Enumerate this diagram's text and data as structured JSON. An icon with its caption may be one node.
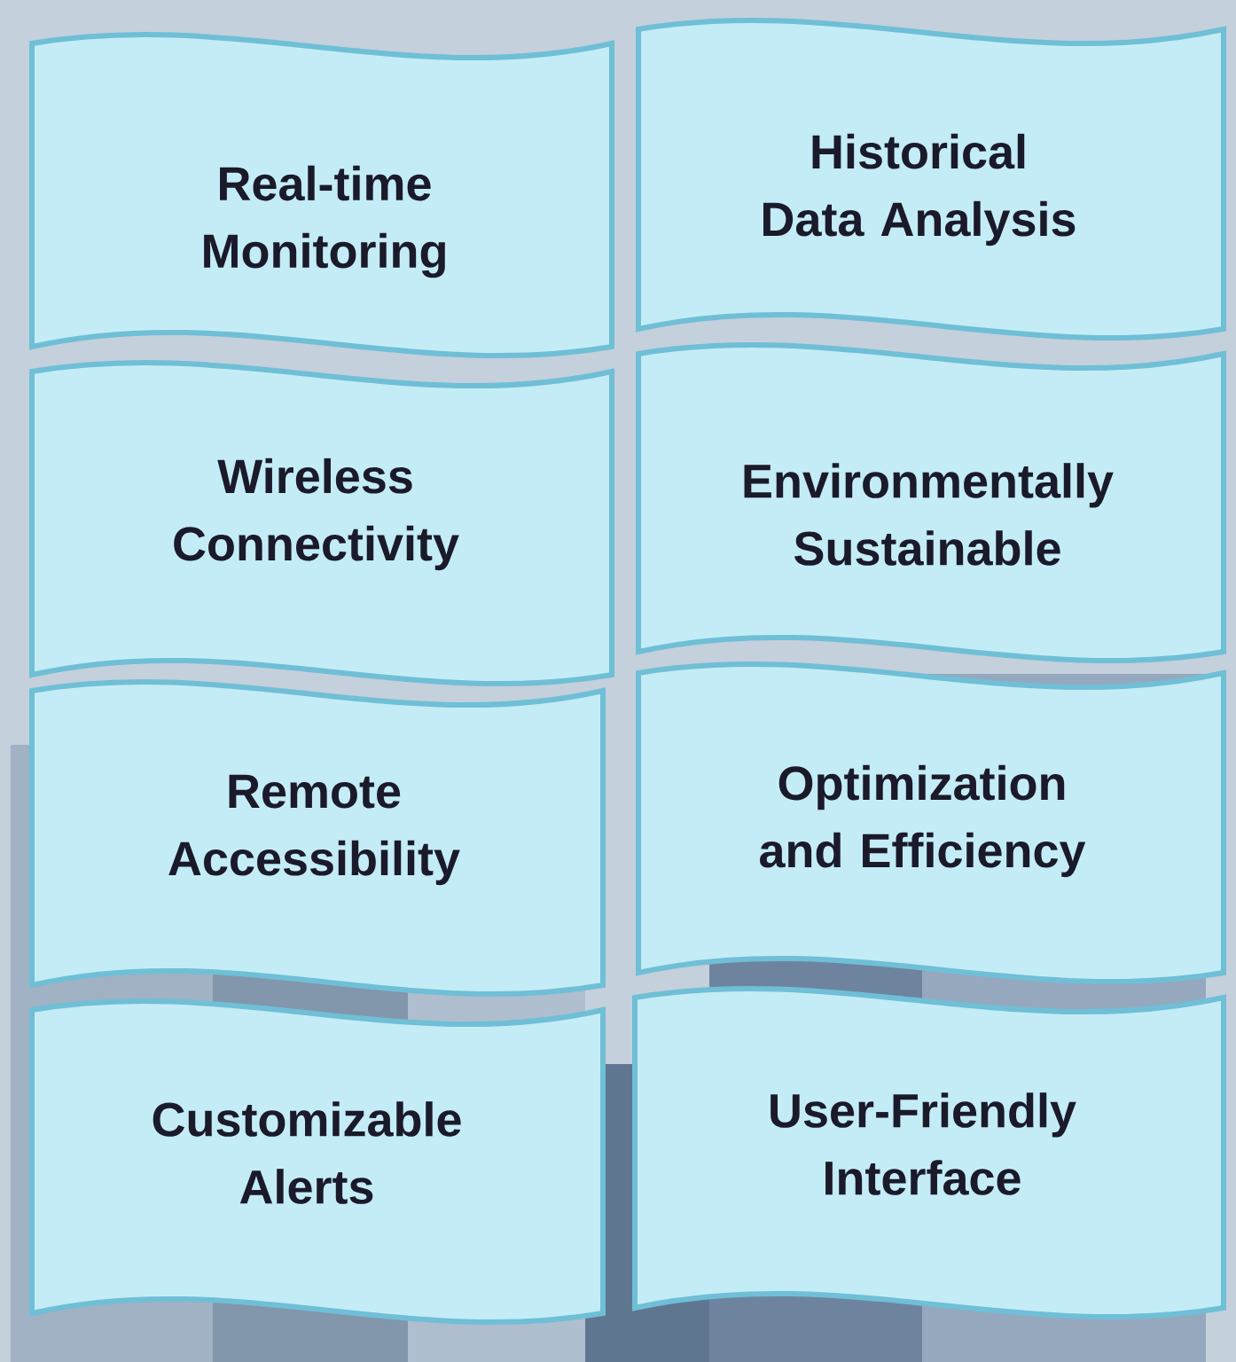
{
  "diagram": {
    "nodes": [
      {
        "text": [
          "Real-time Monitoring"
        ]
      },
      {
        "text": [
          "Historical Data Analysis"
        ]
      },
      {
        "text": [
          "Wireless Connectivity"
        ]
      },
      {
        "text": [
          "Environmentally Sustainable"
        ]
      },
      {
        "text": [
          "Remote Accessibility"
        ]
      },
      {
        "text": [
          "Optimization and Efficiency"
        ]
      },
      {
        "text": [
          "Customizable Alerts"
        ]
      },
      {
        "text": [
          "User-Friendly Interface"
        ]
      }
    ]
  }
}
